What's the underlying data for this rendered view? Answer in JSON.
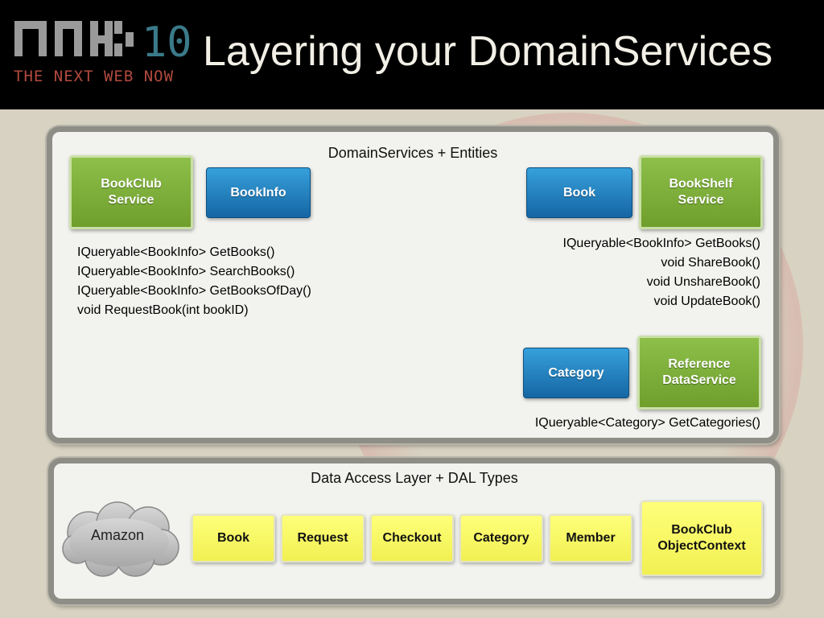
{
  "header": {
    "title": "Layering your DomainServices",
    "logo_tag": "THE NEXT WEB NOW",
    "logo_number": "10"
  },
  "top_panel": {
    "title": "DomainServices + Entities",
    "left": {
      "service": [
        "BookClub",
        "Service"
      ],
      "entity": "BookInfo",
      "methods": [
        "IQueryable<BookInfo> GetBooks()",
        "IQueryable<BookInfo> SearchBooks()",
        "IQueryable<BookInfo> GetBooksOfDay()",
        "void RequestBook(int bookID)"
      ]
    },
    "right": {
      "entity": "Book",
      "service": [
        "BookShelf",
        "Service"
      ],
      "methods": [
        "IQueryable<BookInfo> GetBooks()",
        "void ShareBook()",
        "void UnshareBook()",
        "void UpdateBook()"
      ]
    },
    "reference": {
      "entity": "Category",
      "service": [
        "Reference",
        "DataService"
      ],
      "methods": [
        "IQueryable<Category> GetCategories()"
      ]
    }
  },
  "bottom_panel": {
    "title": "Data Access Layer + DAL Types",
    "cloud": "Amazon",
    "types": [
      "Book",
      "Request",
      "Checkout",
      "Category",
      "Member"
    ],
    "context": [
      "BookClub",
      "ObjectContext"
    ]
  },
  "colors": {
    "service_green": "#7aab36",
    "entity_blue": "#1f7fc0",
    "dal_yellow": "#f8f864",
    "logo_red": "#b24a3f",
    "logo_teal": "#3a7a8a"
  }
}
